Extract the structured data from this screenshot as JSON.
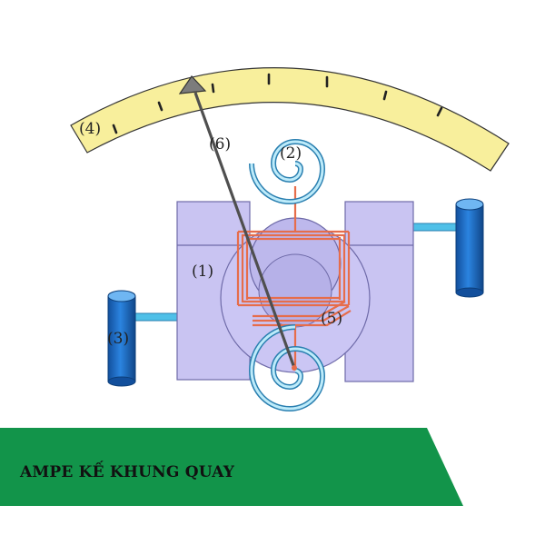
{
  "title": "AMPE KẾ KHUNG QUAY",
  "labels": {
    "l1": "(1)",
    "l2": "(2)",
    "l3": "(3)",
    "l4": "(4)",
    "l5": "(5)",
    "l6": "(6)"
  },
  "colors": {
    "scale": "#f8ef9c",
    "magnet": "#c9c4f2",
    "core": "#bdb8ec",
    "coil": "#e66d4b",
    "spring": "#4fc0e8",
    "post": "#1f6fcc",
    "needle": "#4f4f4f",
    "banner": "#12944a"
  },
  "icons": [
    "scale-arc",
    "pointer-needle",
    "spring-coil",
    "terminal-post",
    "magnet-block",
    "coil-frame"
  ]
}
